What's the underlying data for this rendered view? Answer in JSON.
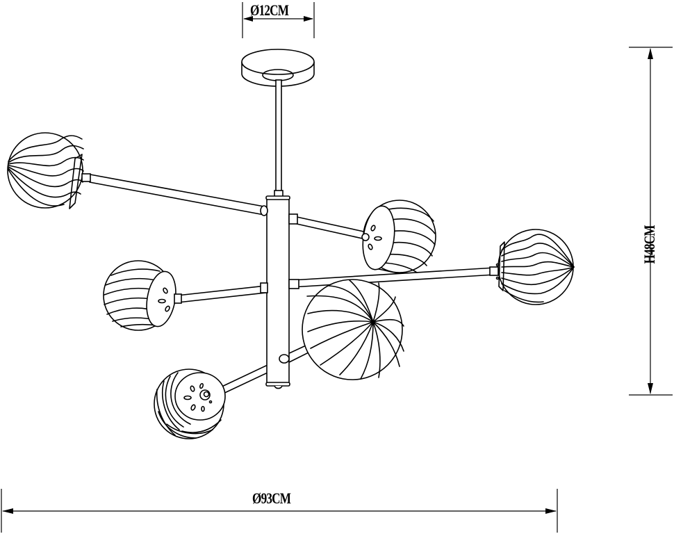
{
  "drawing": {
    "subject": "six-globe chandelier line drawing",
    "line_color": "#000000",
    "background_color": "#ffffff"
  },
  "dimensions": {
    "canopy_diameter": {
      "label": "Ø12CM",
      "orientation": "horizontal",
      "position": "top"
    },
    "height": {
      "label": "H48CM",
      "orientation": "vertical",
      "position": "right"
    },
    "overall_diameter": {
      "label": "Ø93CM",
      "orientation": "horizontal",
      "position": "bottom"
    }
  },
  "components": {
    "canopy": "ceiling-canopy",
    "rod": "suspension-rod",
    "body": "central-cylinder",
    "globes": [
      {
        "id": "globe-upper-left",
        "pattern": "wave-stripes"
      },
      {
        "id": "globe-upper-right-mid",
        "pattern": "arc-stripes"
      },
      {
        "id": "globe-right",
        "pattern": "wave-stripes"
      },
      {
        "id": "globe-mid-left",
        "pattern": "arc-stripes"
      },
      {
        "id": "globe-front-large",
        "pattern": "swirl"
      },
      {
        "id": "globe-lower-left",
        "pattern": "swirl-front"
      }
    ]
  }
}
